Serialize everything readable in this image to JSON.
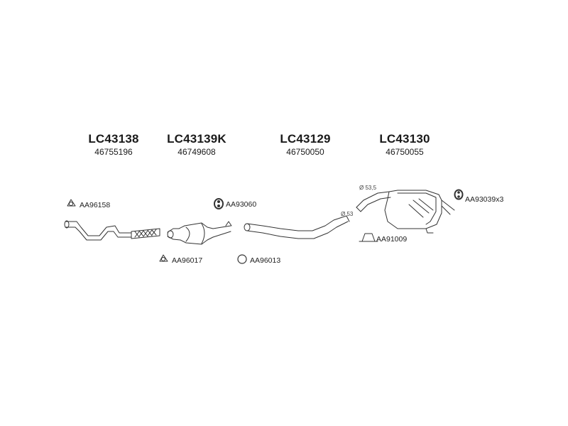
{
  "parts": [
    {
      "code": "LC43138",
      "oem": "46755196"
    },
    {
      "code": "LC43139K",
      "oem": "46749608"
    },
    {
      "code": "LC43129",
      "oem": "46750050"
    },
    {
      "code": "LC43130",
      "oem": "46750055"
    }
  ],
  "accessories": {
    "aa96158": "AA96158",
    "aa93060": "AA93060",
    "aa96017": "AA96017",
    "aa96013": "AA96013",
    "aa91009": "AA91009",
    "aa93039": "AA93039x3"
  },
  "diameters": {
    "rear_inlet": "Ø 53,5",
    "mid_outlet": "Ø 53"
  }
}
